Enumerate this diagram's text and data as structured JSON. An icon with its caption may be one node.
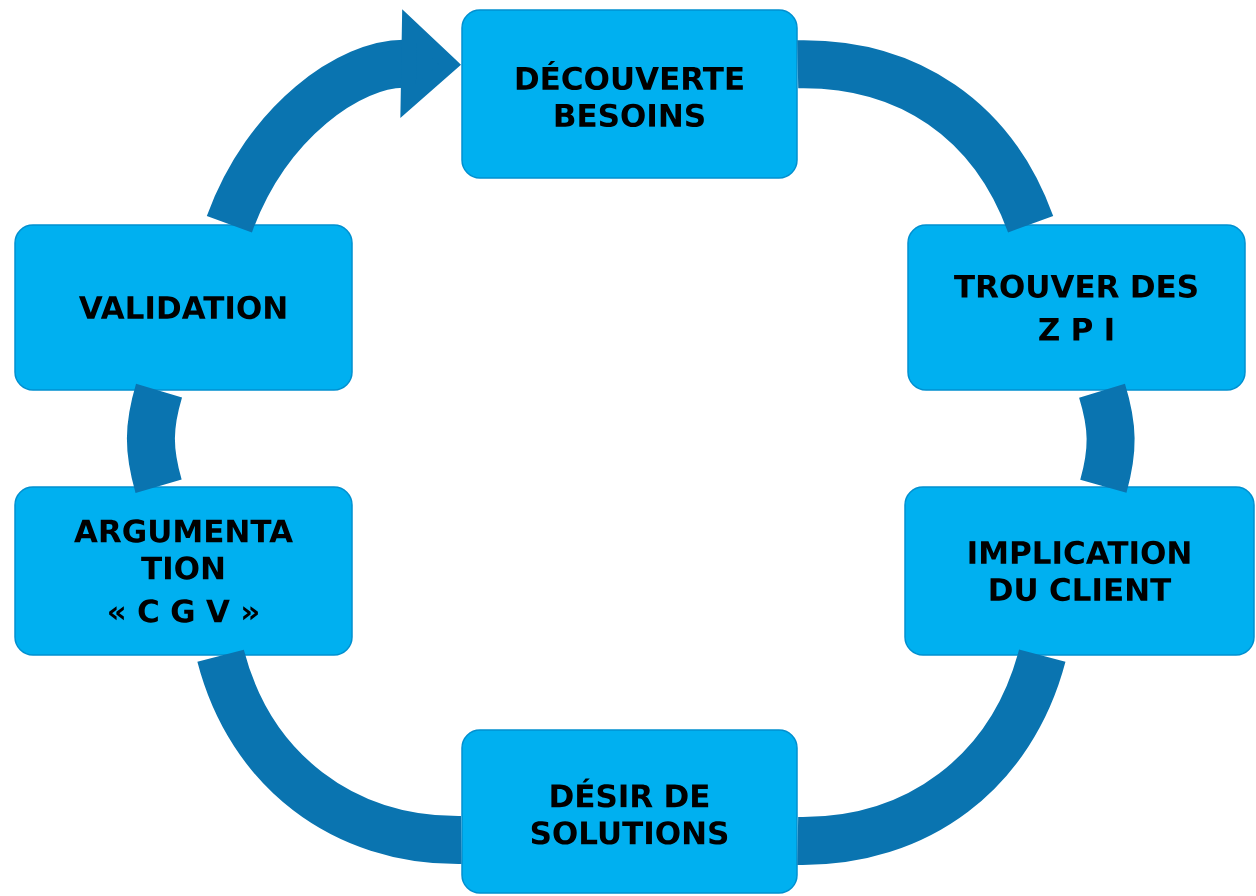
{
  "diagram": {
    "nodes": [
      {
        "text": [
          "DÉCOUVERTE BESOINS"
        ]
      },
      {
        "text": [
          "TROUVER DES",
          "Z P I"
        ]
      },
      {
        "text": [
          "IMPLICATION DU CLIENT"
        ]
      },
      {
        "text": [
          "DÉSIR DE SOLUTIONS"
        ]
      },
      {
        "text": [
          "ARGUMENTA TION",
          "« C G V »"
        ]
      },
      {
        "text": [
          "VALIDATION"
        ]
      }
    ],
    "edges": [
      {
        "from": 0,
        "to": 1,
        "arrow": "none"
      },
      {
        "from": 1,
        "to": 2,
        "arrow": "none"
      },
      {
        "from": 2,
        "to": 3,
        "arrow": "none"
      },
      {
        "from": 3,
        "to": 4,
        "arrow": "none"
      },
      {
        "from": 4,
        "to": 5,
        "arrow": "none"
      },
      {
        "from": 5,
        "to": 0,
        "arrow": "to"
      }
    ]
  }
}
